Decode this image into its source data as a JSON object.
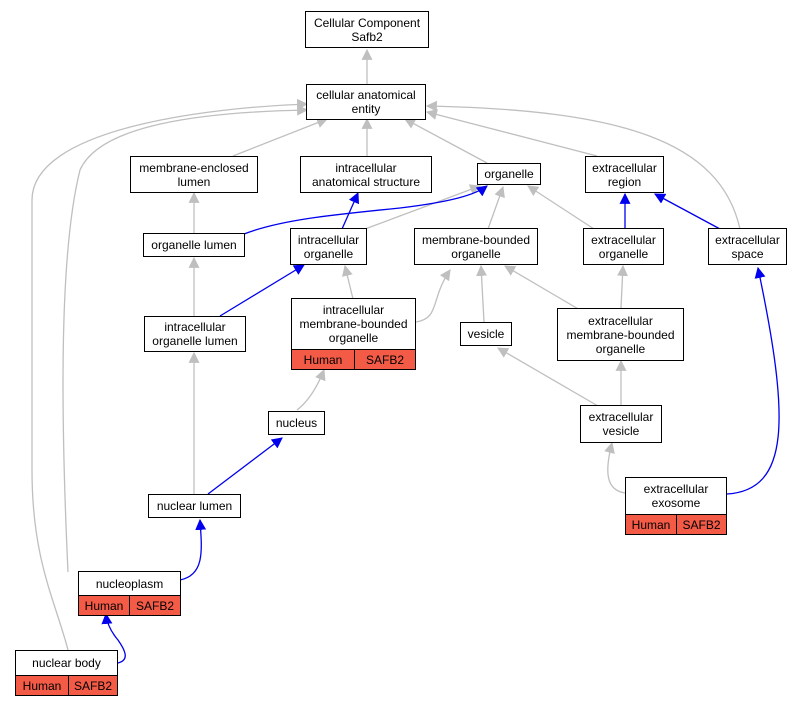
{
  "colors": {
    "gray_edge": "#bfbfbf",
    "blue_edge": "#0000ee",
    "annotation_fill": "#f45b47"
  },
  "nodes": {
    "root": "Cellular Component\nSafb2",
    "cae": "cellular anatomical\nentity",
    "mel": "membrane-enclosed\nlumen",
    "ias": "intracellular\nanatomical structure",
    "organelle": "organelle",
    "ecr": "extracellular\nregion",
    "olumen": "organelle lumen",
    "iorg": "intracellular\norganelle",
    "mbo": "membrane-bounded\norganelle",
    "ecorg": "extracellular\norganelle",
    "ecspace": "extracellular\nspace",
    "iol": "intracellular\norganelle lumen",
    "imbo": "intracellular\nmembrane-bounded\norganelle",
    "vesicle": "vesicle",
    "embo": "extracellular\nmembrane-bounded\norganelle",
    "nucleus": "nucleus",
    "ecves": "extracellular\nvesicle",
    "exosome": "extracellular\nexosome",
    "nlumen": "nuclear lumen",
    "nucleoplasm": "nucleoplasm",
    "nbody": "nuclear body"
  },
  "annotations": {
    "imbo": [
      "Human",
      "SAFB2"
    ],
    "exosome": [
      "Human",
      "SAFB2"
    ],
    "nucleoplasm": [
      "Human",
      "SAFB2"
    ],
    "nbody": [
      "Human",
      "SAFB2"
    ]
  }
}
